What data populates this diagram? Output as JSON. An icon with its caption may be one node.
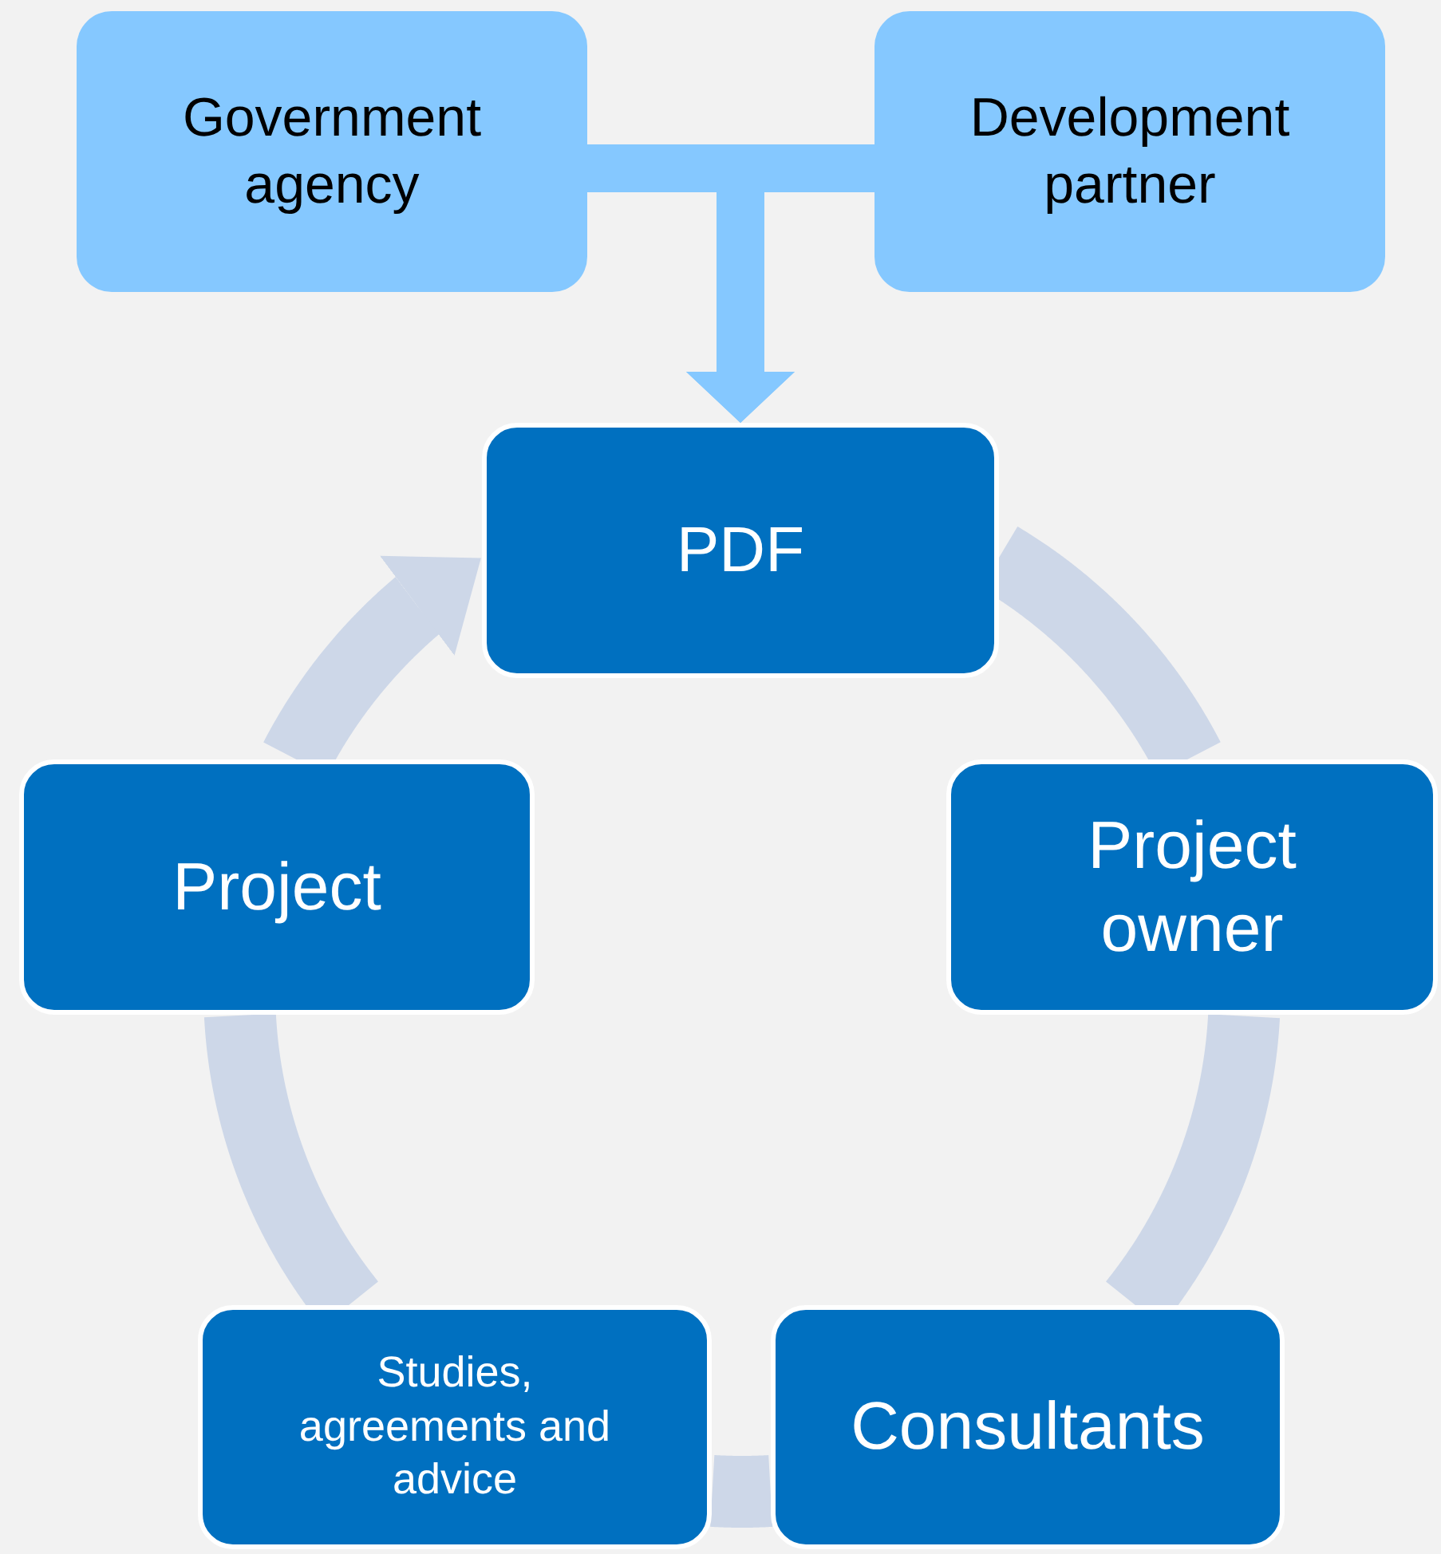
{
  "diagram": {
    "nodes": [
      {
        "text": [
          "Government agency"
        ]
      },
      {
        "text": [
          "Development partner"
        ]
      },
      {
        "text": [
          "PDF"
        ]
      },
      {
        "text": [
          "Project owner"
        ]
      },
      {
        "text": [
          "Consultants"
        ]
      },
      {
        "text": [
          "Studies, agreements and advice"
        ]
      },
      {
        "text": [
          "Project"
        ]
      }
    ],
    "edges": [
      {
        "from": 0,
        "to": 2,
        "arrow": "to",
        "color": "#85c8ff"
      },
      {
        "from": 1,
        "to": 2,
        "arrow": "to",
        "color": "#85c8ff"
      },
      {
        "from": 2,
        "to": 3,
        "arrow": "none"
      },
      {
        "from": 3,
        "to": 4,
        "arrow": "none"
      },
      {
        "from": 4,
        "to": 5,
        "arrow": "none"
      },
      {
        "from": 5,
        "to": 6,
        "arrow": "none"
      },
      {
        "from": 6,
        "to": 2,
        "arrow": "to"
      }
    ]
  }
}
